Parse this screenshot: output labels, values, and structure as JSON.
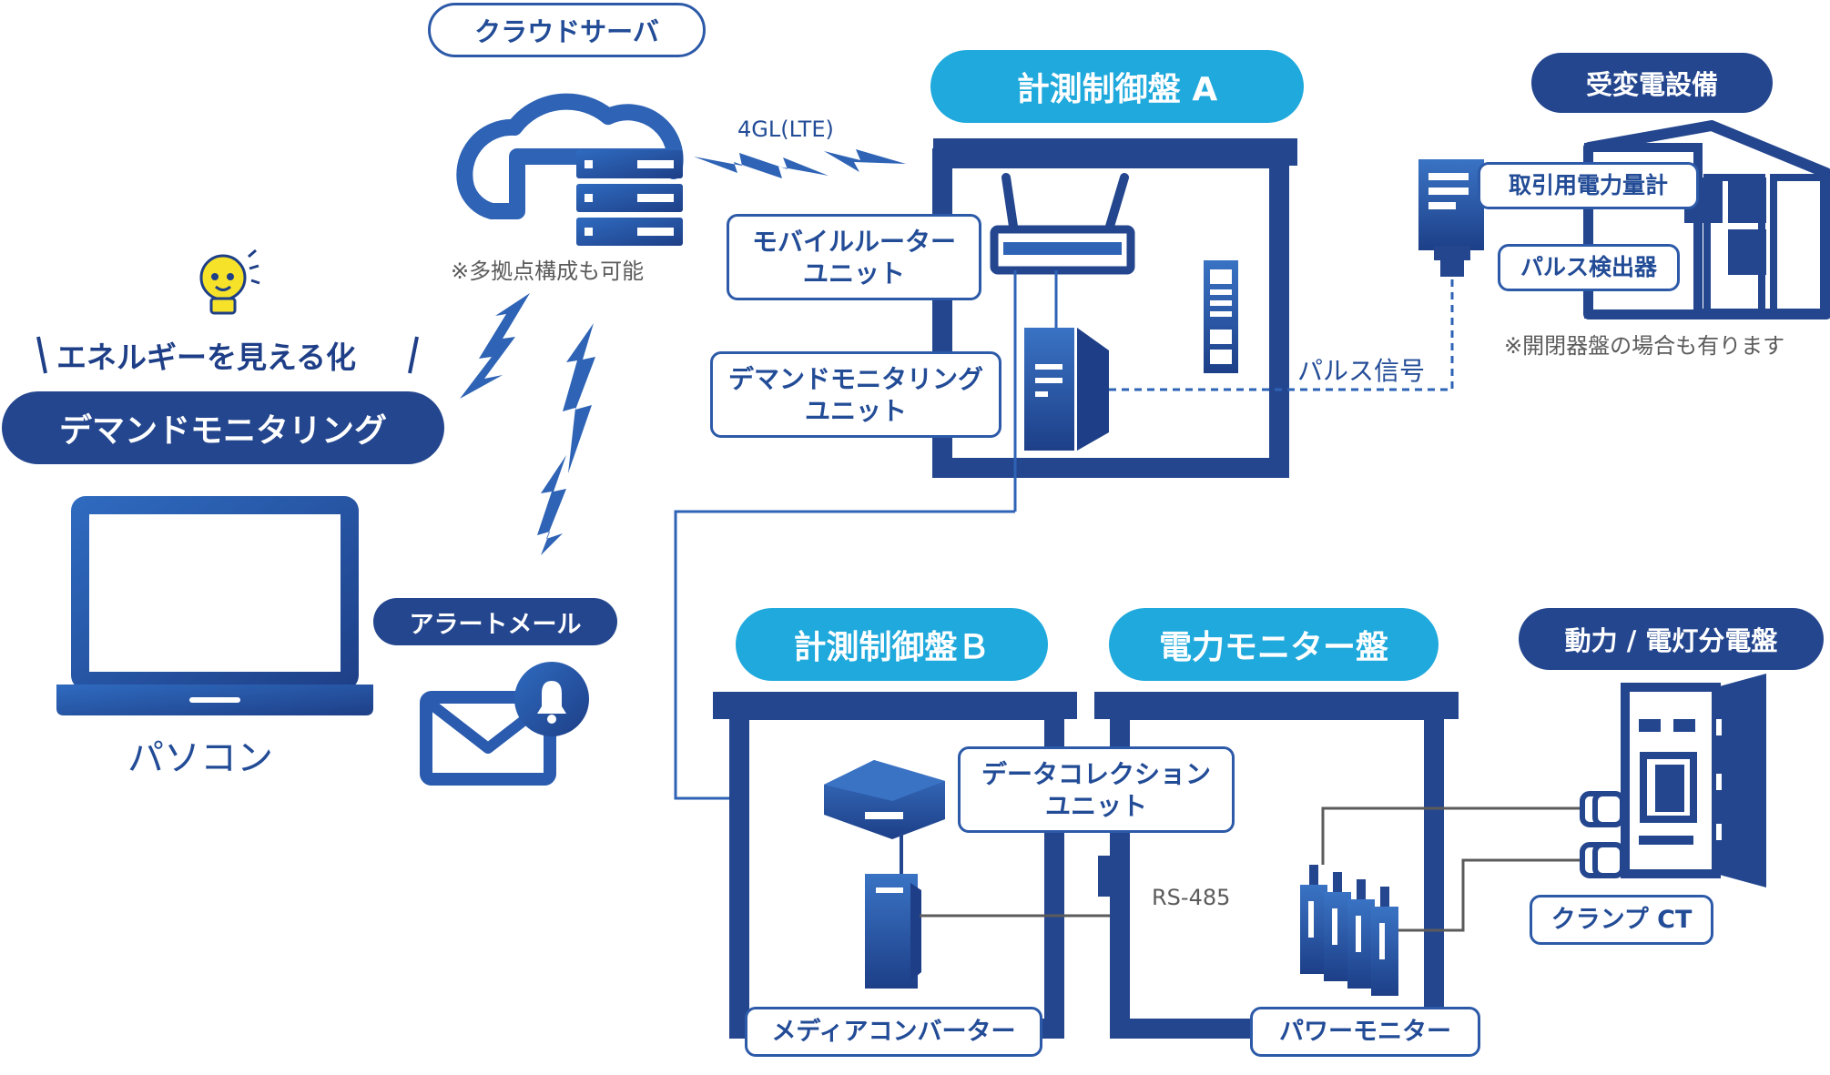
{
  "cloud": {
    "title": "クラウドサーバ",
    "note": "※多拠点構成も可能",
    "link_label": "4GL(LTE)"
  },
  "pc": {
    "tagline": "エネルギーを見える化",
    "banner": "デマンドモニタリング",
    "label": "パソコン"
  },
  "alert": {
    "label": "アラートメール"
  },
  "panel_a": {
    "title": "計測制御盤 A",
    "router_line1": "モバイルルーター",
    "router_line2": "ユニット",
    "demand_line1": "デマンドモニタリング",
    "demand_line2": "ユニット",
    "pulse_signal": "パルス信号"
  },
  "substation": {
    "title": "受変電設備",
    "meter": "取引用電力量計",
    "pulse_detector": "パルス検出器",
    "note": "※開閉器盤の場合も有ります"
  },
  "panel_b": {
    "title": "計測制御盤Ｂ",
    "collection_line1": "データコレクション",
    "collection_line2": "ユニット",
    "converter": "メディアコンバーター"
  },
  "power_panel": {
    "title": "電力モニター盤",
    "rs485": "RS-485",
    "monitor": "パワーモニター"
  },
  "distribution": {
    "title": "動力 / 電灯分電盤",
    "clamp": "クランプ CT"
  },
  "colors": {
    "navy": "#24468e",
    "blue": "#2d5aa8",
    "cyan": "#1fa9dc",
    "bulb": "#f7e22a"
  }
}
